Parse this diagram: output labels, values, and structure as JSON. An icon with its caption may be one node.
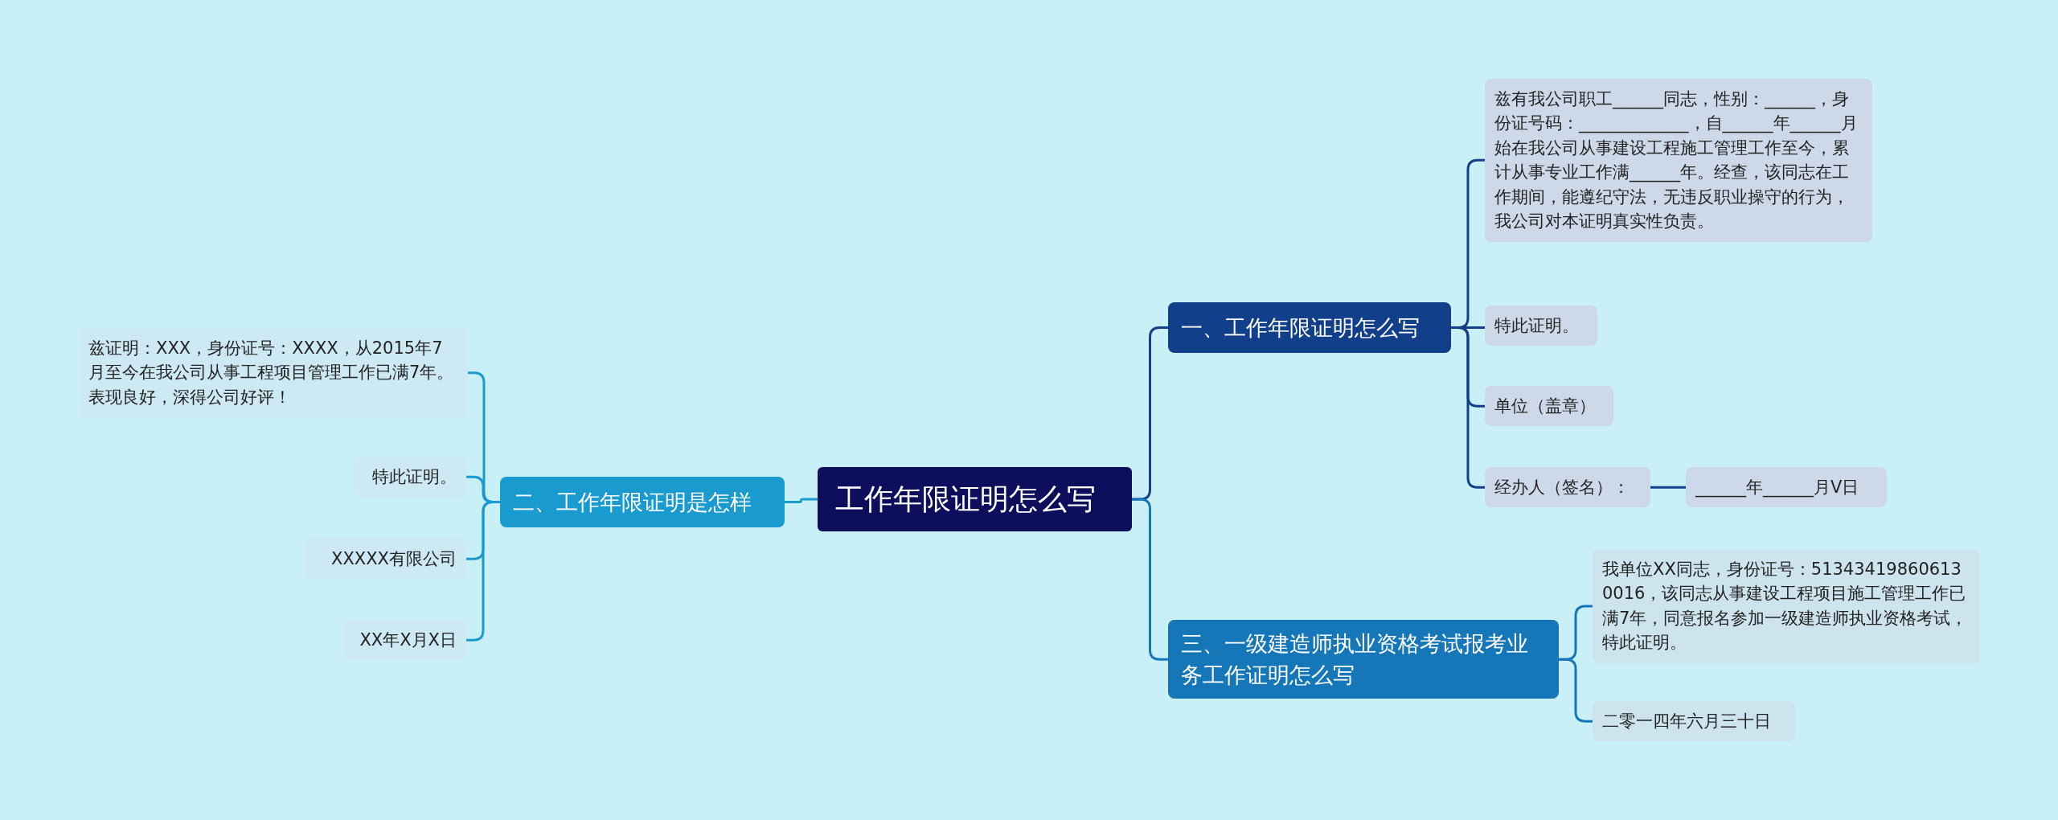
{
  "diagram": {
    "nodes": [
      {
        "text": [
          "工作年限证明怎么写"
        ]
      },
      {
        "text": [
          "一、工作年限证明怎么写"
        ]
      },
      {
        "text": [
          "兹有我公司职工______同志，性别：______，身份证号码：_____________，自______年______月始在我公司从事建设工程施工管理工作至今，累计从事专业工作满______年。经查，该同志在工作期间，能遵纪守法，无违反职业操守的行为，我公司对本证明真实性负责。"
        ]
      },
      {
        "text": [
          "特此证明。"
        ]
      },
      {
        "text": [
          "单位（盖章）"
        ]
      },
      {
        "text": [
          "经办人（签名）："
        ]
      },
      {
        "text": [
          "______年______月V日"
        ]
      },
      {
        "text": [
          "三、一级建造师执业资格考试报考业务工作证明怎么写"
        ]
      },
      {
        "text": [
          "我单位XX同志，身份证号：513434198606130016，该同志从事建设工程项目施工管理工作已满7年，同意报名参加一级建造师执业资格考试，特此证明。"
        ]
      },
      {
        "text": [
          "二零一四年六月三十日"
        ]
      },
      {
        "text": [
          "二、工作年限证明是怎样"
        ]
      },
      {
        "text": [
          "兹证明：XXX，身份证号：XXXX，从2015年7月至今在我公司从事工程项目管理工作已满7年。表现良好，深得公司好评！"
        ]
      },
      {
        "text": [
          "特此证明。"
        ]
      },
      {
        "text": [
          "XXXXX有限公司"
        ]
      },
      {
        "text": [
          "XX年X月X日"
        ]
      }
    ],
    "edges": [
      {
        "from": 0,
        "to": 1,
        "arrow": "none"
      },
      {
        "from": 1,
        "to": 2,
        "arrow": "none"
      },
      {
        "from": 1,
        "to": 3,
        "arrow": "none"
      },
      {
        "from": 1,
        "to": 4,
        "arrow": "none"
      },
      {
        "from": 1,
        "to": 5,
        "arrow": "none"
      },
      {
        "from": 5,
        "to": 6,
        "arrow": "none"
      },
      {
        "from": 0,
        "to": 7,
        "arrow": "none",
        "color": "#1577b8"
      },
      {
        "from": 7,
        "to": 8,
        "arrow": "none",
        "color": "#1577b8"
      },
      {
        "from": 7,
        "to": 9,
        "arrow": "none",
        "color": "#1577b8"
      },
      {
        "from": 0,
        "to": 10,
        "arrow": "none",
        "color": "#1a9bd0"
      },
      {
        "from": 10,
        "to": 11,
        "arrow": "none",
        "color": "#1a9bd0"
      },
      {
        "from": 10,
        "to": 12,
        "arrow": "none",
        "color": "#1a9bd0"
      },
      {
        "from": 10,
        "to": 13,
        "arrow": "none",
        "color": "#1a9bd0"
      },
      {
        "from": 10,
        "to": 14,
        "arrow": "none",
        "color": "#1a9bd0"
      }
    ]
  }
}
